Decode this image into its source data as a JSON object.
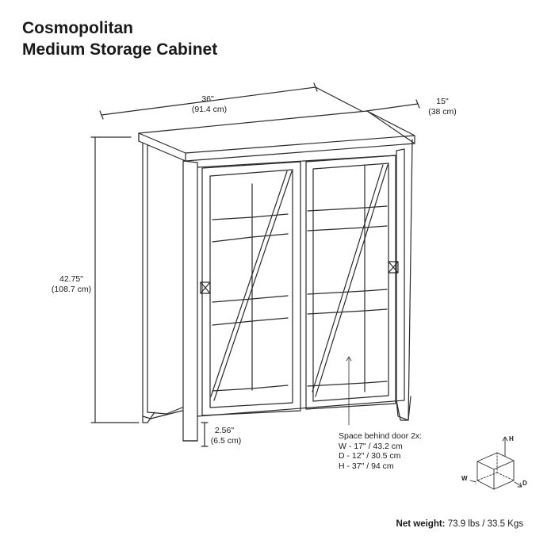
{
  "title": {
    "line1": "Cosmopolitan",
    "line2": "Medium Storage Cabinet"
  },
  "dimensions": {
    "width": {
      "imperial": "36\"",
      "metric": "(91.4 cm)"
    },
    "depth": {
      "imperial": "15\"",
      "metric": "(38 cm)"
    },
    "height": {
      "imperial": "42.75\"",
      "metric": "(108.7 cm)"
    },
    "leg_height": {
      "imperial": "2.56\"",
      "metric": "(6.5 cm)"
    }
  },
  "door_space": {
    "heading": "Space behind door 2x:",
    "w": "W - 17\" / 43.2 cm",
    "d": "D - 12\" / 30.5 cm",
    "h": "H - 37\" / 94 cm"
  },
  "axis_legend": {
    "h": "H",
    "w": "W",
    "d": "D"
  },
  "net_weight": {
    "label": "Net weight:",
    "value": "73.9 lbs / 33.5 Kgs"
  },
  "colors": {
    "line": "#2a2a2a",
    "background": "#ffffff"
  }
}
